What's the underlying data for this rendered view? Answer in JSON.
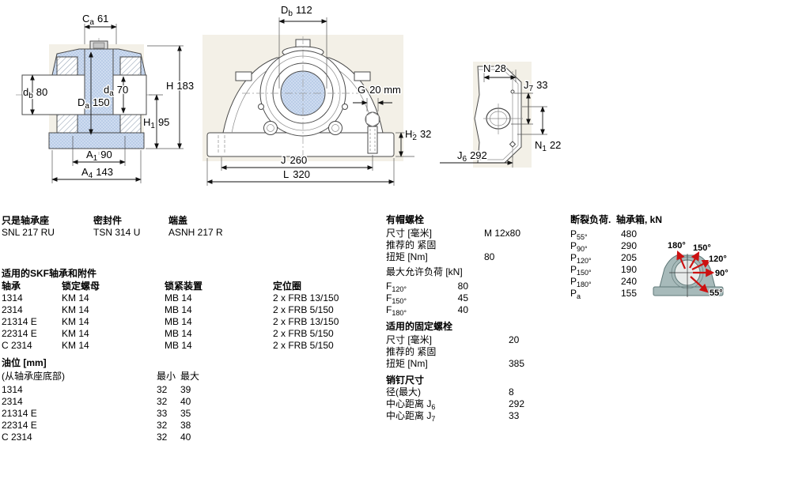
{
  "designation": {
    "headers": [
      "只是轴承座",
      "密封件",
      "端盖"
    ],
    "values": [
      "SNL 217 RU",
      "TSN 314 U",
      "ASNH 217 R"
    ]
  },
  "bearings_table": {
    "title": "适用的SKF轴承和附件",
    "headers": [
      "轴承",
      "锁定螺母",
      "锁紧装置",
      "定位圈"
    ],
    "rows": [
      [
        "1314",
        "KM 14",
        "MB 14",
        "2 x FRB 13/150"
      ],
      [
        "2314",
        "KM 14",
        "MB 14",
        "2 x FRB 5/150"
      ],
      [
        "21314 E",
        "KM 14",
        "MB 14",
        "2 x FRB 13/150"
      ],
      [
        "22314 E",
        "KM 14",
        "MB 14",
        "2 x FRB 5/150"
      ],
      [
        "C 2314",
        "KM 14",
        "MB 14",
        "2 x FRB 5/150"
      ]
    ]
  },
  "oil_table": {
    "title": "油位 [mm]",
    "row_header": "(从轴承座底部)",
    "col_min": "最小",
    "col_max": "最大",
    "rows": [
      [
        "1314",
        "32",
        "39"
      ],
      [
        "2314",
        "32",
        "40"
      ],
      [
        "21314 E",
        "33",
        "35"
      ],
      [
        "22314 E",
        "32",
        "38"
      ],
      [
        "C 2314",
        "32",
        "40"
      ]
    ]
  },
  "cap_bolts": {
    "title": "有帽螺栓",
    "size_label": "尺寸 [毫米]",
    "size_value": "M 12x80",
    "tightening_label": "推荐的 紧固",
    "torque_label": "扭矩 [Nm]",
    "torque_value": "80",
    "max_load_title": "最大允许负荷 [kN]",
    "loads": [
      {
        "b": "F",
        "s": "120°",
        "v": "80"
      },
      {
        "b": "F",
        "s": "150°",
        "v": "45"
      },
      {
        "b": "F",
        "s": "180°",
        "v": "40"
      }
    ]
  },
  "fixing_bolts": {
    "title": "适用的固定螺栓",
    "size_label": "尺寸 [毫米]",
    "size_value": "20",
    "tightening_label": "推荐的 紧固",
    "torque_label": "扭矩 [Nm]",
    "torque_value": "385"
  },
  "pins": {
    "title": "销钉尺寸",
    "rows": [
      {
        "label": "径(最大)",
        "sub": "",
        "value": "8"
      },
      {
        "label": "中心距离 J",
        "sub": "6",
        "value": "292"
      },
      {
        "label": "中心距离 J",
        "sub": "7",
        "value": "33"
      }
    ]
  },
  "breaking_loads": {
    "title": "断裂负荷.  轴承箱, kN",
    "rows": [
      {
        "b": "P",
        "s": "55°",
        "v": "480"
      },
      {
        "b": "P",
        "s": "90°",
        "v": "290"
      },
      {
        "b": "P",
        "s": "120°",
        "v": "205"
      },
      {
        "b": "P",
        "s": "150°",
        "v": "190"
      },
      {
        "b": "P",
        "s": "180°",
        "v": "240"
      },
      {
        "b": "P",
        "s": "a",
        "v": "155"
      }
    ]
  },
  "drawings": {
    "section_view": {
      "dims": {
        "Ca": {
          "b": "C",
          "s": "a",
          "v": "61"
        },
        "db": {
          "b": "d",
          "s": "b",
          "v": "80"
        },
        "da": {
          "b": "d",
          "s": "a",
          "v": "70"
        },
        "Da": {
          "b": "D",
          "s": "a",
          "v": "150"
        },
        "H": {
          "b": "H",
          "s": "",
          "v": "183"
        },
        "H1": {
          "b": "H",
          "s": "1",
          "v": "95"
        },
        "A1": {
          "b": "A",
          "s": "1",
          "v": "90"
        },
        "A4": {
          "b": "A",
          "s": "4",
          "v": "143"
        }
      }
    },
    "front_view": {
      "dims": {
        "Db": {
          "b": "D",
          "s": "b",
          "v": "112"
        },
        "G": {
          "b": "G",
          "s": "",
          "v": "20 mm"
        },
        "H2": {
          "b": "H",
          "s": "2",
          "v": "32"
        },
        "J": {
          "b": "J",
          "s": "",
          "v": "260"
        },
        "L": {
          "b": "L",
          "s": "",
          "v": "320"
        }
      }
    },
    "side_view": {
      "dims": {
        "N": {
          "b": "N",
          "s": "",
          "v": "28"
        },
        "J7": {
          "b": "J",
          "s": "7",
          "v": "33"
        },
        "N1": {
          "b": "N",
          "s": "1",
          "v": "22"
        },
        "J6": {
          "b": "J",
          "s": "6",
          "v": "292"
        }
      }
    },
    "load_diagram": {
      "angles": [
        "180°",
        "150°",
        "120°",
        "90°",
        "55°"
      ],
      "arrow_color": "#cc1111",
      "body_color": "#a7baba"
    }
  }
}
